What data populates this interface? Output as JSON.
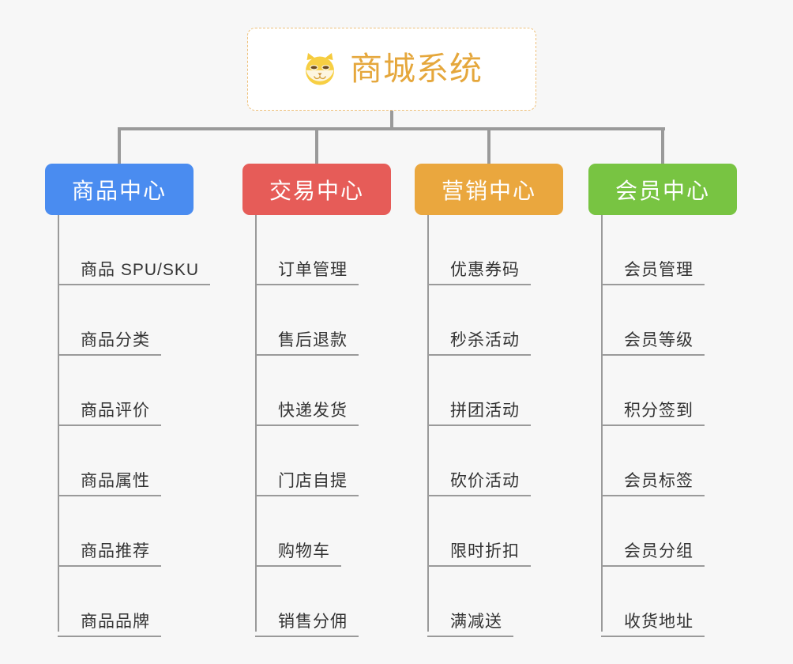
{
  "root": {
    "title": "商城系统",
    "icon": "shiba-dog-face-icon",
    "border_color": "#eec07a",
    "title_color": "#e5a73c",
    "background": "#ffffff"
  },
  "canvas": {
    "background": "#f7f7f7",
    "connector_color": "#9a9a9a"
  },
  "categories": [
    {
      "label": "商品中心",
      "color": "#4a8cf0",
      "items": [
        "商品 SPU/SKU",
        "商品分类",
        "商品评价",
        "商品属性",
        "商品推荐",
        "商品品牌"
      ]
    },
    {
      "label": "交易中心",
      "color": "#e65c58",
      "items": [
        "订单管理",
        "售后退款",
        "快递发货",
        "门店自提",
        "购物车",
        "销售分佣"
      ]
    },
    {
      "label": "营销中心",
      "color": "#eaa73e",
      "items": [
        "优惠券码",
        "秒杀活动",
        "拼团活动",
        "砍价活动",
        "限时折扣",
        "满减送"
      ]
    },
    {
      "label": "会员中心",
      "color": "#78c442",
      "items": [
        "会员管理",
        "会员等级",
        "积分签到",
        "会员标签",
        "会员分组",
        "收货地址"
      ]
    }
  ]
}
